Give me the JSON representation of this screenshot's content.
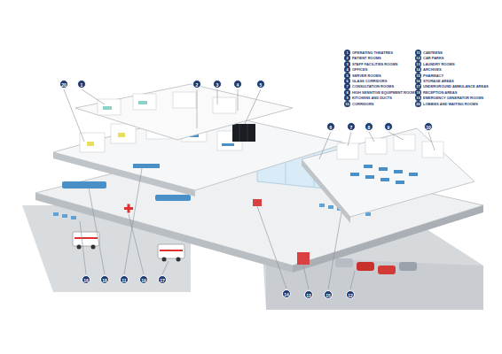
{
  "diagram": {
    "labels": [
      "1",
      "2",
      "3",
      "4",
      "5",
      "6",
      "7",
      "8",
      "9",
      "10",
      "11",
      "12",
      "13",
      "14",
      "15",
      "16",
      "17",
      "18",
      "19",
      "20",
      "20",
      "1",
      "2",
      "3",
      "4",
      "5",
      "6",
      "7",
      "8",
      "9",
      "10",
      "16",
      "18",
      "11",
      "19",
      "17",
      "14",
      "13",
      "15",
      "12"
    ],
    "legend": [
      {
        "text": "OPERATING THEATRES"
      },
      {
        "text": "PATIENT ROOMS"
      },
      {
        "text": "STAFF FACILITIES ROOMS"
      },
      {
        "text": "OFFICES"
      },
      {
        "text": "SERVER ROOMS"
      },
      {
        "text": "GLASS CORRIDORS"
      },
      {
        "text": "CONSULTATION ROOMS"
      },
      {
        "text": "HIGH SENSITIVE EQUIPMENT ROOMS"
      },
      {
        "text": "KITCHENS AND DUCTS"
      },
      {
        "text": "CORRIDORS"
      },
      {
        "text": "CANTEENS"
      },
      {
        "text": "CAR PARKS"
      },
      {
        "text": "LAUNDRY ROOMS"
      },
      {
        "text": "ARCHIVES"
      },
      {
        "text": "PHARMACY"
      },
      {
        "text": "STORAGE AREAS"
      },
      {
        "text": "UNDERGROUND AMBULANCE AREAS"
      },
      {
        "text": "RECEPTION AREAS"
      },
      {
        "text": "EMERGENCY GENERATOR ROOMS"
      },
      {
        "text": "LOBBIES AND WAITING ROOMS"
      }
    ]
  }
}
